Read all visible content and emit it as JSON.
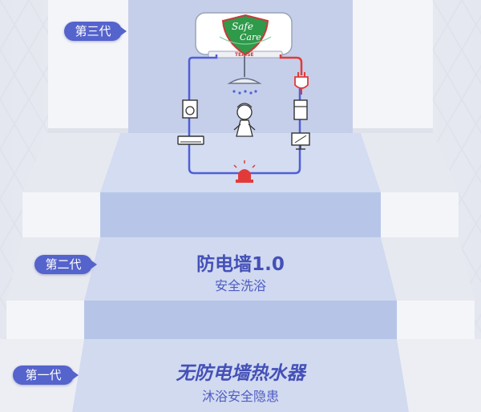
{
  "generations": {
    "third": {
      "label": "第三代"
    },
    "second": {
      "label": "第二代",
      "title": "防电墙1.0",
      "subtitle": "安全洗浴"
    },
    "first": {
      "label": "第一代",
      "title": "无防电墙热水器",
      "subtitle": "沐浴安全隐患"
    }
  },
  "heater": {
    "logo_line1": "Safe",
    "logo_line2": "Care",
    "brand": "TEAISE"
  },
  "colors": {
    "stair_blue": "#c2cdea",
    "stair_top": "#d4dcf0",
    "badge": "#5563cc",
    "title_text": "#4450b8",
    "wire_blue": "#4f5fd8",
    "wire_red": "#e23a3a",
    "shield_green": "#2f9a4a"
  },
  "icons": [
    "washing-machine-icon",
    "air-conditioner-icon",
    "shower-head-icon",
    "child-icon",
    "alarm-icon",
    "plug-icon",
    "fridge-icon",
    "computer-icon"
  ]
}
